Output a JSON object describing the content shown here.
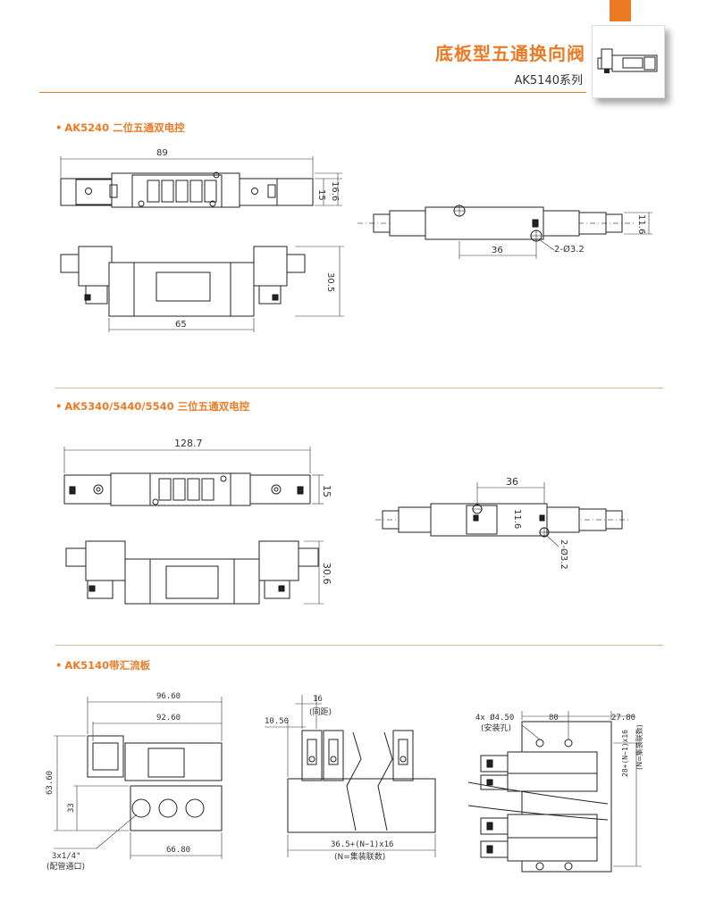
{
  "header": {
    "title": "底板型五通换向阀",
    "subtitle": "AK5140系列",
    "accent_color": "#ec7a25"
  },
  "sections": [
    {
      "heading": "AK5240 二位五通双电控",
      "dims": {
        "top_width": "89",
        "top_h1": "15",
        "top_h2": "16.6",
        "front_height": "30.5",
        "front_width": "65",
        "side_height": "11.6",
        "side_pitch": "36",
        "side_holes": "2-Ø3.2"
      }
    },
    {
      "heading": "AK5340/5440/5540 三位五通双电控",
      "dims": {
        "top_width": "128.7",
        "top_h1": "15",
        "front_height": "30.6",
        "side_pitch": "36",
        "side_height": "11.6",
        "side_holes": "2-Ø3.2"
      }
    },
    {
      "heading": "AK5140带汇流板",
      "dims": {
        "width_outer": "96.60",
        "width_inner": "92.60",
        "height_total": "63.60",
        "height_base": "33",
        "base_width": "66.80",
        "port_label": "3x1/4\"",
        "port_note": "(配管通口)",
        "pitch": "16",
        "pitch_note": "(同距)",
        "edge": "10.50",
        "total_len": "36.5+(N−1)x16",
        "total_note": "(N=集装联数)",
        "mount_hole": "4x Ø4.50",
        "mount_note": "(安装孔)",
        "dim_80": "80",
        "dim_27": "27.80",
        "vert_total": "28+(N−1)x16",
        "vert_note": "(N=集装联数)"
      }
    }
  ]
}
